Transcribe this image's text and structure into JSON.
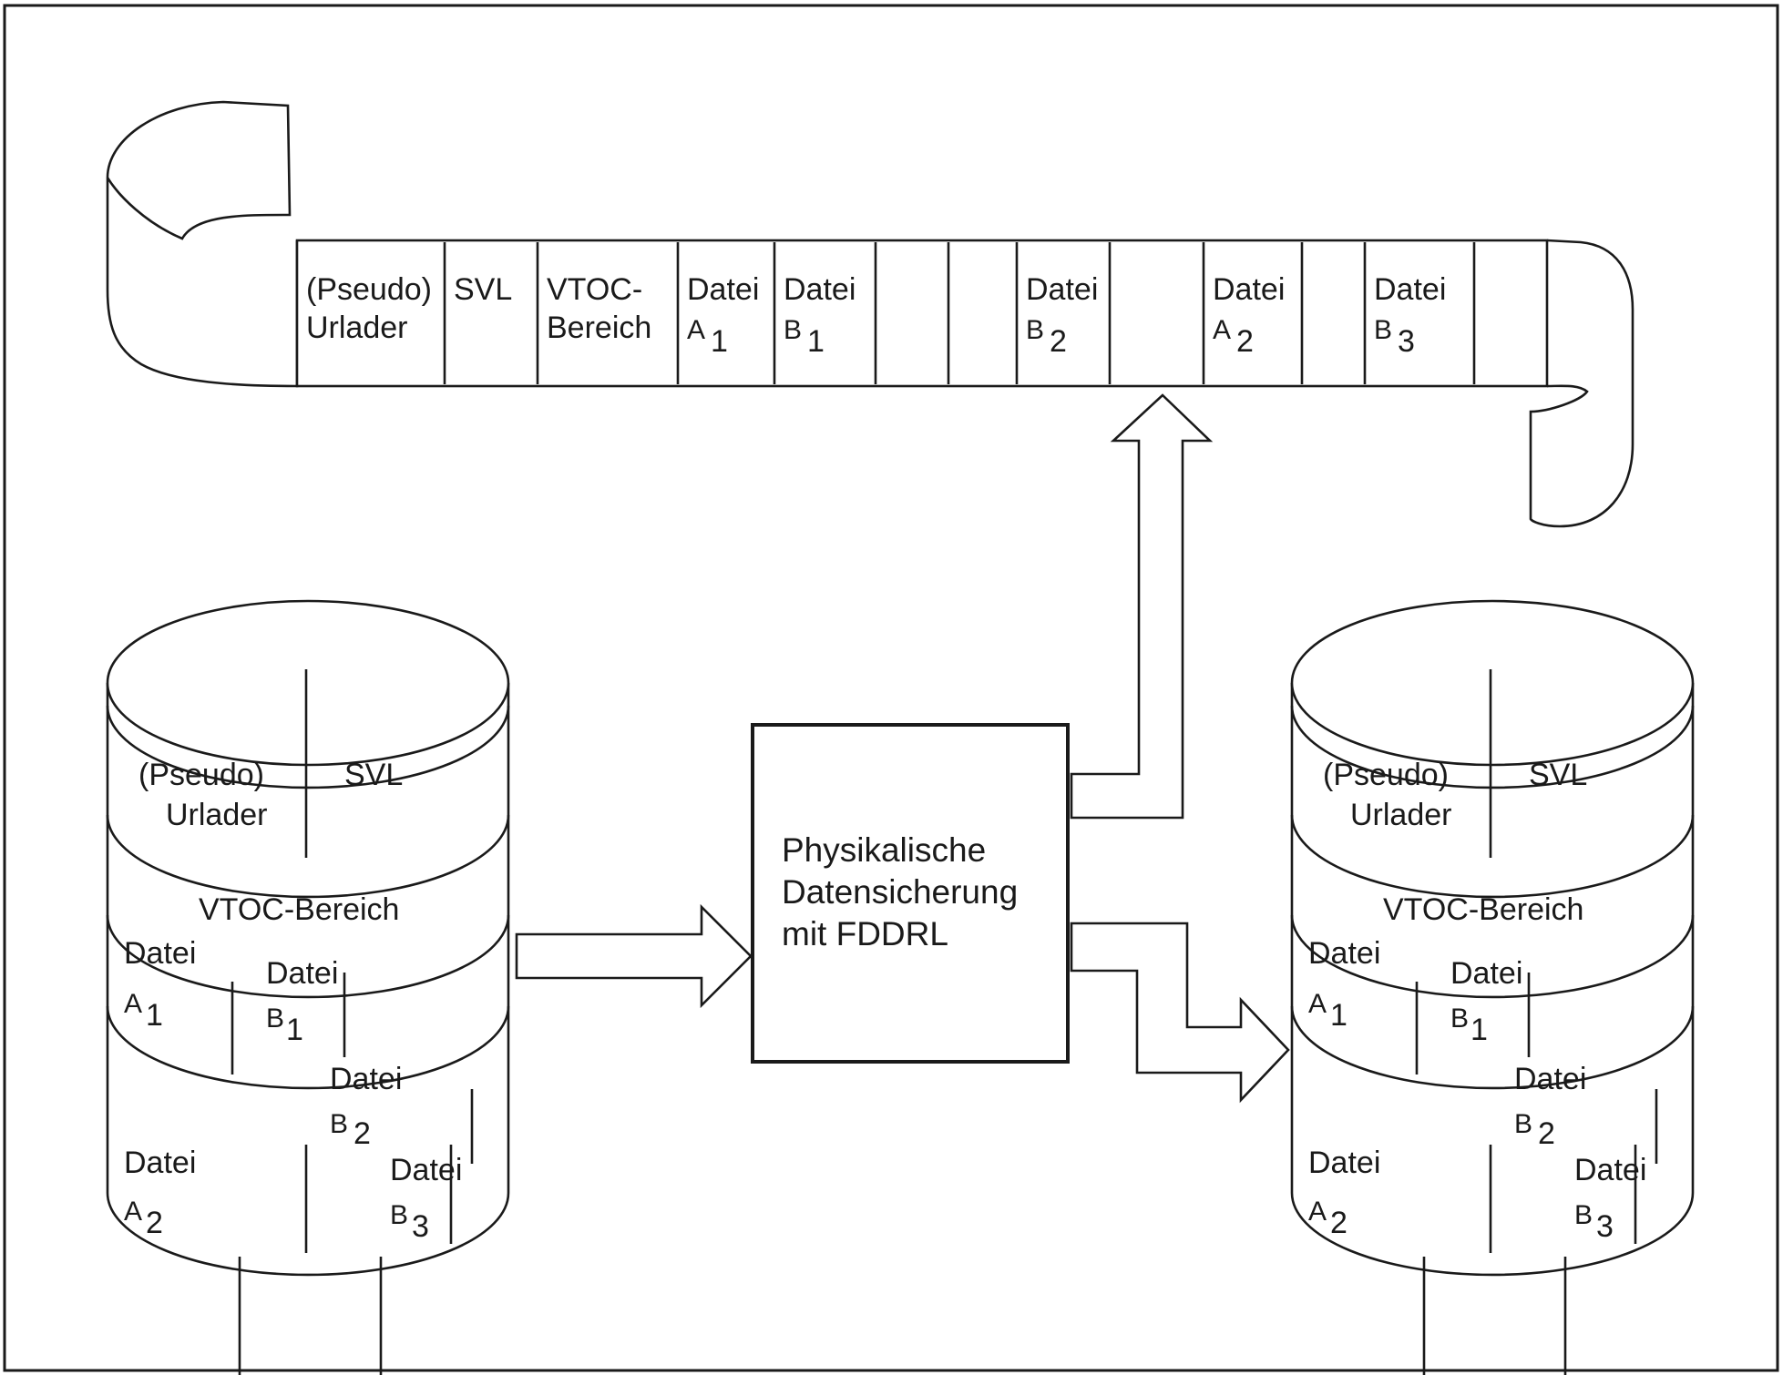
{
  "tape": {
    "cells": [
      {
        "line1": "(Pseudo)",
        "line2": "Urlader",
        "sub": ""
      },
      {
        "line1": "SVL",
        "line2": "",
        "sub": ""
      },
      {
        "line1": "VTOC-",
        "line2": "Bereich",
        "sub": ""
      },
      {
        "line1": "Datei",
        "line2": "A",
        "sub": "1"
      },
      {
        "line1": "Datei",
        "line2": "B",
        "sub": "1"
      },
      {
        "line1": "",
        "line2": "",
        "sub": ""
      },
      {
        "line1": "",
        "line2": "",
        "sub": ""
      },
      {
        "line1": "Datei",
        "line2": "B",
        "sub": "2"
      },
      {
        "line1": "",
        "line2": "",
        "sub": ""
      },
      {
        "line1": "Datei",
        "line2": "A",
        "sub": "2"
      },
      {
        "line1": "",
        "line2": "",
        "sub": ""
      },
      {
        "line1": "Datei",
        "line2": "B",
        "sub": "3"
      },
      {
        "line1": "",
        "line2": "",
        "sub": ""
      }
    ]
  },
  "disks": {
    "boot_line1": "(Pseudo)",
    "boot_line2": "Urlader",
    "svl": "SVL",
    "vtoc": "VTOC-Bereich",
    "file_word": "Datei",
    "a_letter": "A",
    "b_letter": "B",
    "sub1": "1",
    "sub2": "2",
    "sub3": "3"
  },
  "process_box": {
    "line1": "Physikalische",
    "line2": "Datensicherung",
    "line3": "mit FDDRL"
  }
}
